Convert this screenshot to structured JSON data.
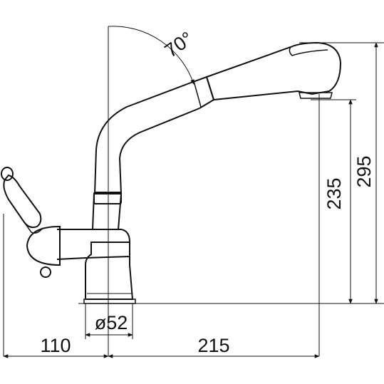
{
  "drawing": {
    "subject": "faucet-technical-drawing",
    "line_color": "#111111",
    "background": "#ffffff",
    "dimensions": {
      "angle": "70°",
      "spout_height": "235",
      "total_height": "295",
      "base_diameter": "ø52",
      "handle_offset": "110",
      "spout_reach": "215"
    }
  }
}
